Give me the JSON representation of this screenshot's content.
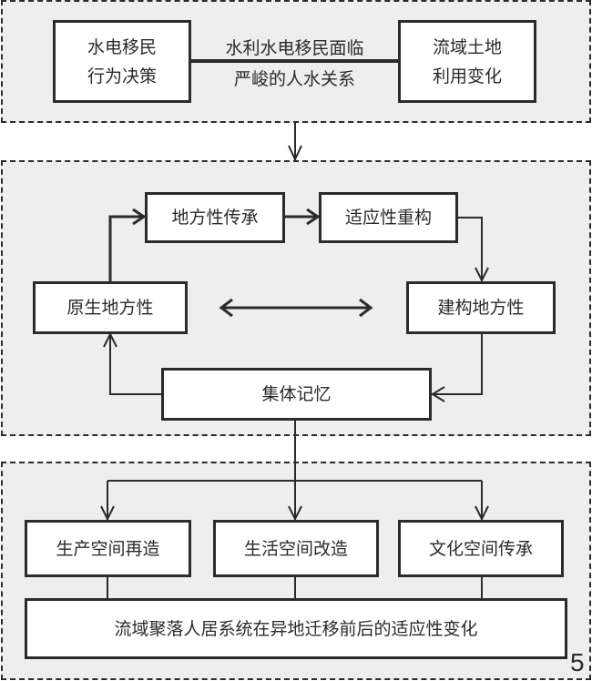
{
  "top_panel": {
    "left_box": [
      "水电移民",
      "行为决策"
    ],
    "link_label": [
      "水利水电移民面临",
      "严峻的人水关系"
    ],
    "right_box": [
      "流域土地",
      "利用变化"
    ]
  },
  "middle_panel": {
    "place_inheritance": "地方性传承",
    "adaptive_reconstruction": "适应性重构",
    "native_placeness": "原生地方性",
    "constructed_placeness": "建构地方性",
    "collective_memory": "集体记忆"
  },
  "bottom_panel": {
    "production_space": "生产空间再造",
    "living_space": "生活空间改造",
    "cultural_space": "文化空间传承",
    "summary": "流域聚落人居系统在异地迁移前后的适应性变化"
  },
  "figure_number": "5",
  "colors": {
    "panel_bg": "#efeeef",
    "box_bg": "#ffffff",
    "stroke": "#2b2b2b"
  }
}
